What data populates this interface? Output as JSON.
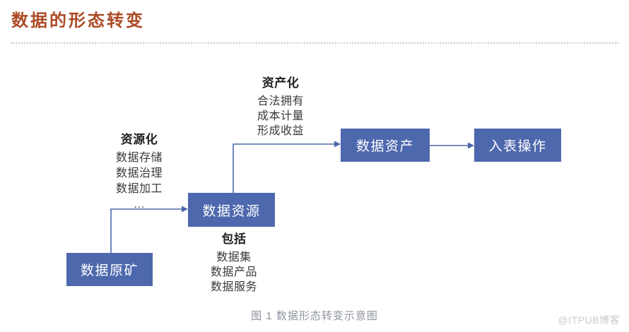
{
  "header": {
    "title": "数据的形态转变",
    "accent_color": "#ac4a24"
  },
  "diagram": {
    "node_color": "#4d68ad",
    "node_text_color": "#ffffff",
    "nodes": [
      {
        "id": "raw",
        "label": "数据原矿"
      },
      {
        "id": "resource",
        "label": "数据资源"
      },
      {
        "id": "asset",
        "label": "数据资产"
      },
      {
        "id": "entry",
        "label": "入表操作"
      }
    ],
    "edges": [
      {
        "from": "raw",
        "to": "resource"
      },
      {
        "from": "resource",
        "to": "asset"
      },
      {
        "from": "asset",
        "to": "entry"
      }
    ],
    "annotations": [
      {
        "title": "资源化",
        "items": [
          "数据存储",
          "数据治理",
          "数据加工",
          "…"
        ]
      },
      {
        "title": "资产化",
        "items": [
          "合法拥有",
          "成本计量",
          "形成收益"
        ]
      },
      {
        "title": "包括",
        "items": [
          "数据集",
          "数据产品",
          "数据服务"
        ]
      }
    ]
  },
  "footer": {
    "caption": "图 1 数据形态转变示意图",
    "watermark": "@ITPUB博客"
  }
}
